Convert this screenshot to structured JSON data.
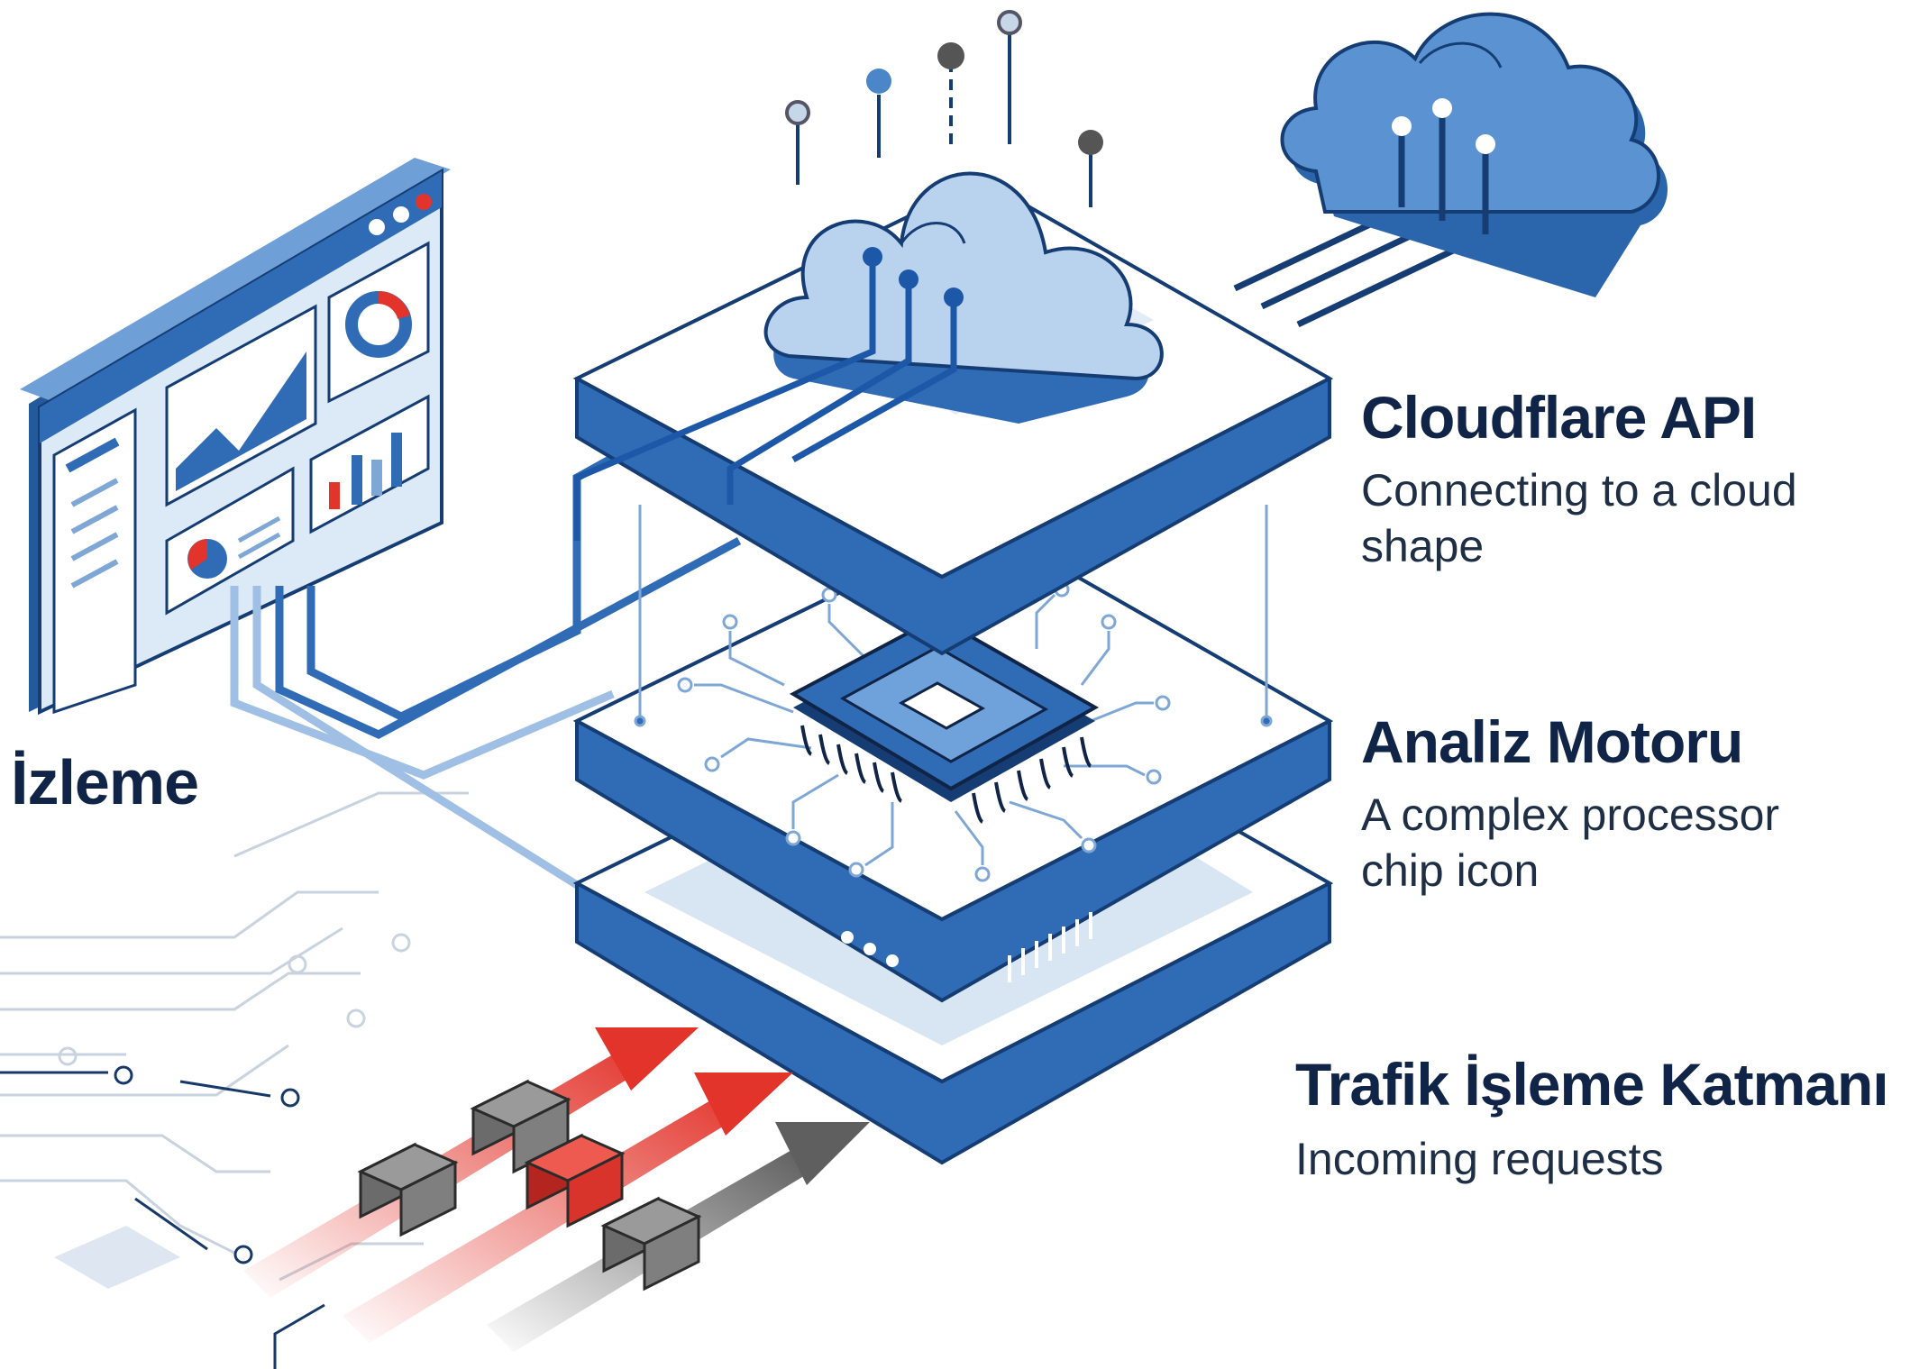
{
  "labels": {
    "izleme": {
      "title": "İzleme"
    },
    "cloudflare": {
      "title": "Cloudflare API",
      "description": "Connecting to a cloud shape"
    },
    "analiz": {
      "title": "Analiz Motoru",
      "description": "A complex processor chip icon"
    },
    "trafik": {
      "title": "Trafik İşleme Katmanı",
      "description": "Incoming requests"
    }
  },
  "colors": {
    "primary_blue": "#2f6cb5",
    "dark_blue": "#163d79",
    "light_blue": "#c9def3",
    "request_red": "#e2342b",
    "request_gray": "#6f6f6f"
  },
  "icons": [
    "monitor-dashboard-icon",
    "cloud-icon",
    "processor-chip-icon",
    "server-layer-icon",
    "request-packet-icon"
  ]
}
